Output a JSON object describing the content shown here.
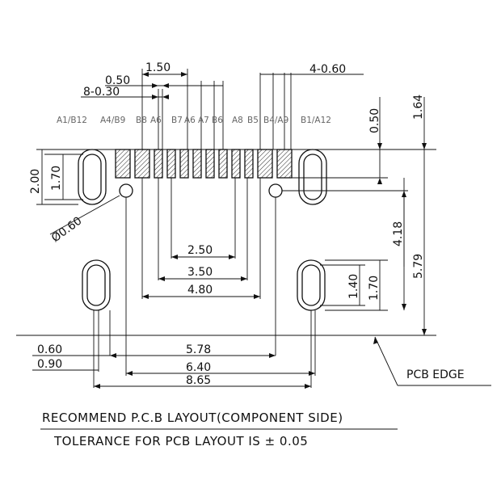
{
  "pin_labels": {
    "a1_b12": "A1/B12",
    "a4_b9": "A4/B9",
    "b8": "B8",
    "a6": "A6",
    "b7": "B7",
    "a6b": "A6",
    "a7": "A7",
    "b6": "B6",
    "a8": "A8",
    "b5": "B5",
    "b4_a9": "B4/A9",
    "b1_a12": "B1/A12"
  },
  "dimensions": {
    "d150": "1.50",
    "d050_top": "0.50",
    "d8x030": "8-0.30",
    "d4x060": "4-0.60",
    "d050_right": "0.50",
    "d164": "1.64",
    "d200": "2.00",
    "d170_left": "1.70",
    "d060_phi": "Ø0.60",
    "d418": "4.18",
    "d579": "5.79",
    "d250": "2.50",
    "d350": "3.50",
    "d480": "4.80",
    "d140": "1.40",
    "d170_right": "1.70",
    "d060_bottom": "0.60",
    "d090": "0.90",
    "d578": "5.78",
    "d640": "6.40",
    "d865": "8.65"
  },
  "labels": {
    "pcb_edge": "PCB EDGE"
  },
  "notes": {
    "line1": "RECOMMEND P.C.B LAYOUT(COMPONENT SIDE)",
    "line2": "TOLERANCE FOR PCB LAYOUT IS ± 0.05"
  },
  "colors": {
    "ink": "#111111",
    "pin_label_gray": "#666666",
    "hatch": "#222222"
  }
}
